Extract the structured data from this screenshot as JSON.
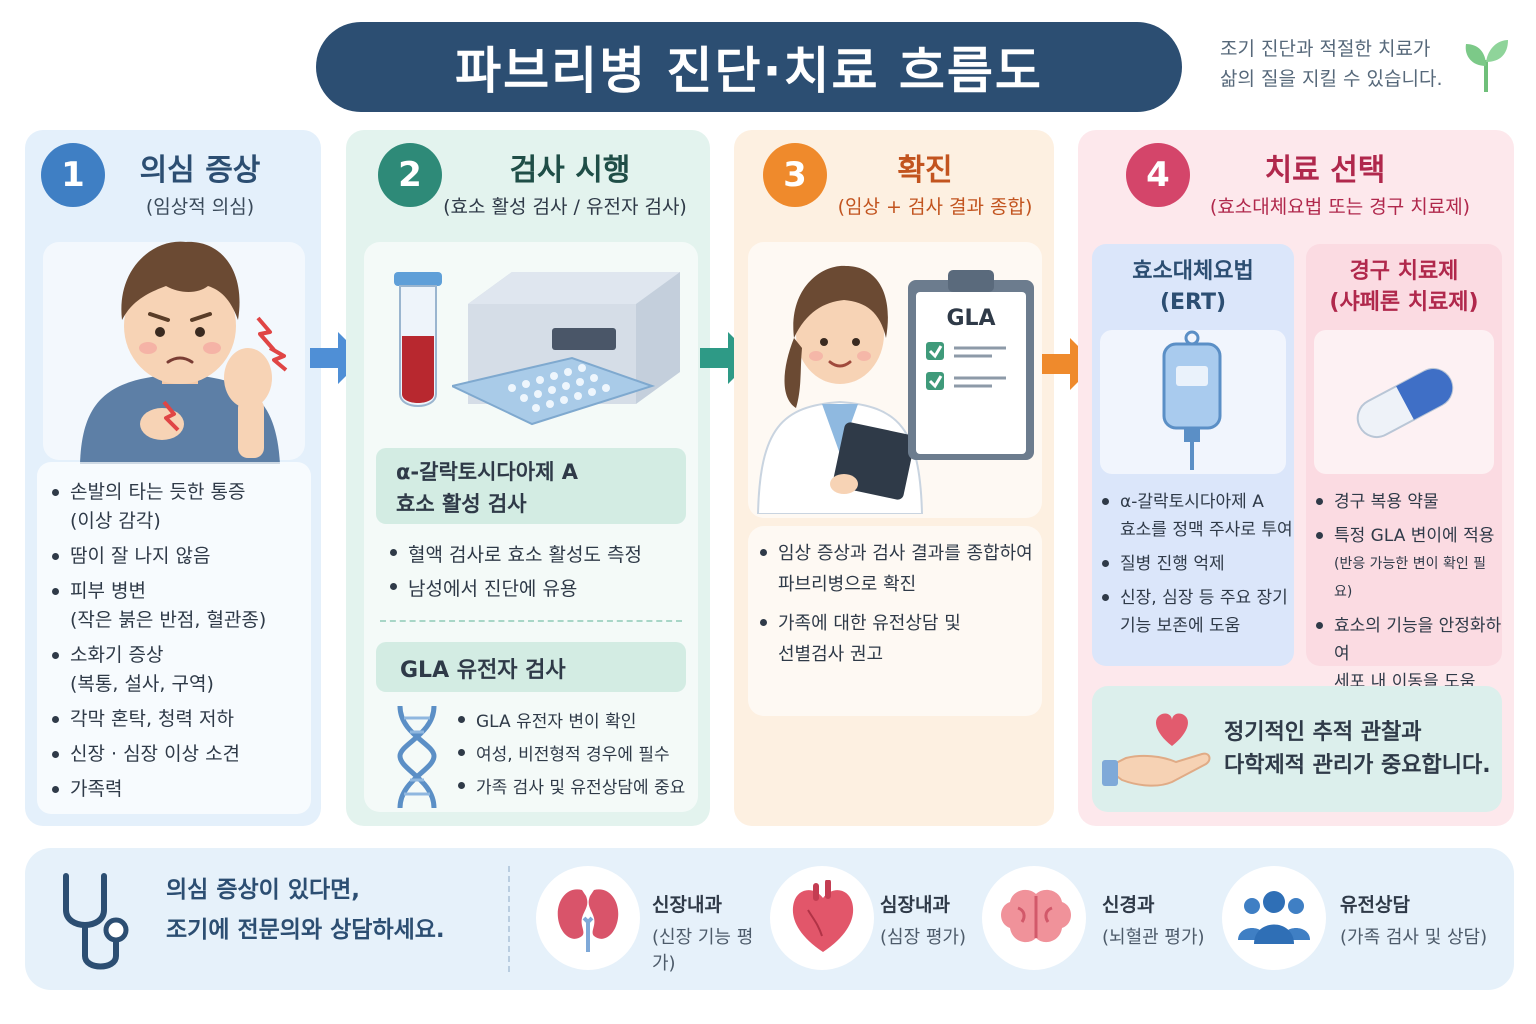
{
  "header": {
    "title": "파브리병 진단·치료 흐름도",
    "slogan_line1": "조기 진단과 적절한 치료가",
    "slogan_line2": "삶의 질을 지킬 수 있습니다."
  },
  "steps": [
    {
      "number": "1",
      "title": "의심 증상",
      "subtitle": "(임상적 의심)",
      "color": "#3f7fc4",
      "symptoms": [
        {
          "main": "손발의 타는 듯한 통증",
          "detail": "(이상 감각)"
        },
        {
          "main": "땀이 잘 나지 않음",
          "detail": ""
        },
        {
          "main": "피부 병변",
          "detail": "(작은 붉은 반점, 혈관종)"
        },
        {
          "main": "소화기 증상",
          "detail": "(복통, 설사, 구역)"
        },
        {
          "main": "각막 혼탁, 청력 저하",
          "detail": ""
        },
        {
          "main": "신장 · 심장 이상 소견",
          "detail": ""
        },
        {
          "main": "가족력",
          "detail": ""
        }
      ]
    },
    {
      "number": "2",
      "title": "검사 시행",
      "subtitle": "(효소 활성 검사 / 유전자 검사)",
      "color": "#2e8a78",
      "enzyme_test": {
        "title_line1": "α-갈락토시다아제 A",
        "title_line2": "효소 활성 검사",
        "items": [
          "혈액 검사로 효소 활성도 측정",
          "남성에서 진단에 유용"
        ]
      },
      "gene_test": {
        "title": "GLA 유전자 검사",
        "items": [
          "GLA 유전자 변이 확인",
          "여성, 비전형적 경우에 필수",
          "가족 검사 및 유전상담에 중요"
        ]
      }
    },
    {
      "number": "3",
      "title": "확진",
      "subtitle": "(임상 + 검사 결과 종합)",
      "color": "#ef8a2c",
      "clipboard_label": "GLA",
      "items": [
        {
          "line1": "임상 증상과 검사 결과를 종합하여",
          "line2": "파브리병으로 확진"
        },
        {
          "line1": "가족에 대한 유전상담 및",
          "line2": "선별검사 권고"
        }
      ]
    },
    {
      "number": "4",
      "title": "치료 선택",
      "subtitle": "(효소대체요법 또는 경구 치료제)",
      "color": "#d4456a",
      "ert": {
        "title_line1": "효소대체요법",
        "title_line2": "(ERT)",
        "items": [
          {
            "line1": "α-갈락토시다아제 A",
            "line2": "효소를 정맥 주사로 투여"
          },
          {
            "line1": "질병 진행 억제",
            "line2": ""
          },
          {
            "line1": "신장, 심장 등 주요 장기",
            "line2": "기능 보존에 도움"
          }
        ]
      },
      "oral": {
        "title_line1": "경구 치료제",
        "title_line2": "(샤페론 치료제)",
        "items": [
          {
            "line1": "경구 복용 약물",
            "line2": ""
          },
          {
            "line1": "특정 GLA 변이에 적용",
            "line2": "(반응 가능한 변이 확인 필요)"
          },
          {
            "line1": "효소의 기능을 안정화하여",
            "line2": "세포 내 이동을 도움"
          }
        ]
      },
      "followup_line1": "정기적인 추적 관찰과",
      "followup_line2": "다학제적 관리가 중요합니다."
    }
  ],
  "footer": {
    "message_line1": "의심 증상이 있다면,",
    "message_line2": "조기에 전문의와 상담하세요.",
    "departments": [
      {
        "name": "신장내과",
        "sub": "(신장 기능 평가)"
      },
      {
        "name": "심장내과",
        "sub": "(심장 평가)"
      },
      {
        "name": "신경과",
        "sub": "(뇌혈관 평가)"
      },
      {
        "name": "유전상담",
        "sub": "(가족 검사 및 상담)"
      }
    ]
  },
  "icons": {
    "header": "sprout-icon",
    "step1": "patient-pain-illustration",
    "step2": [
      "blood-tube-icon",
      "lab-analyzer-icon",
      "dna-icon"
    ],
    "step3": [
      "doctor-illustration",
      "clipboard-icon"
    ],
    "step4": [
      "iv-bag-icon",
      "capsule-icon",
      "heart-hand-icon"
    ],
    "footer": [
      "stethoscope-icon",
      "kidney-icon",
      "heart-icon",
      "brain-icon",
      "people-icon"
    ]
  },
  "colors": {
    "title_bg": "#2c4e72",
    "step1": "#3f7fc4",
    "step2": "#2e8a78",
    "step3": "#ef8a2c",
    "step4": "#d4456a"
  }
}
